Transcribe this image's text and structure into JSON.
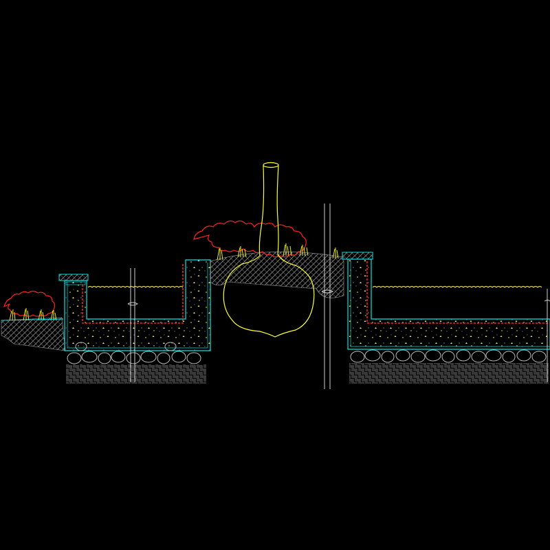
{
  "drawing": {
    "kind": "cad-section",
    "subject": "pond-and-planter-section",
    "background": "#000000",
    "palette": {
      "concrete_outline": "#00e5e5",
      "aggregate": "#ffff33",
      "planting": "#ff2020",
      "grass": "#e8e820",
      "water_line": "#ffff33",
      "tree": "#ffff33",
      "soil_hatch": "#9a9a9a",
      "gravel": "#bdbdbd",
      "membrane": "#ff2020",
      "pipe": "#d0d0d0"
    },
    "elements": [
      "left-shrub-planting",
      "left-pond-wall",
      "left-pond-basin",
      "center-planter-wall",
      "tree-trunk",
      "tree-rootball",
      "center-shrub-planting",
      "right-pond-wall",
      "right-pond-basin",
      "water-surface",
      "gravel-base",
      "compacted-soil",
      "drain-pipes"
    ]
  }
}
